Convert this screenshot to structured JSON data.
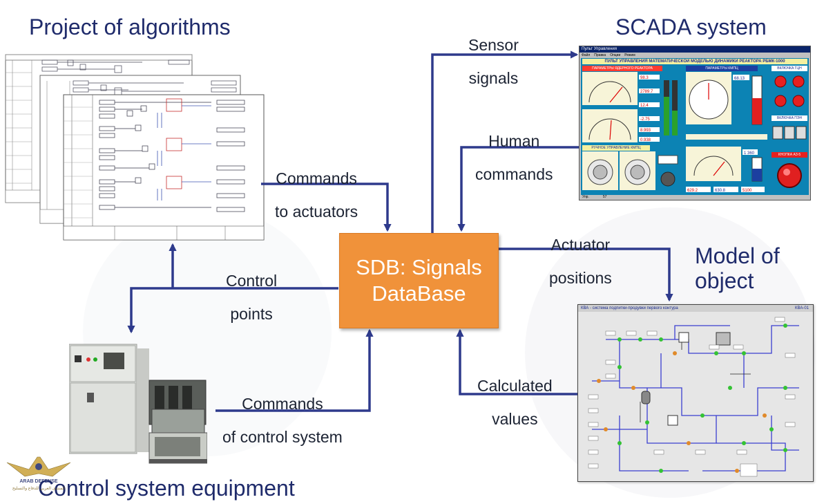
{
  "titles": {
    "project": "Project of algorithms",
    "scada": "SCADA system",
    "model": [
      "Model of",
      "object"
    ],
    "equipment": "Control system equipment"
  },
  "center_box": [
    "SDB: Signals",
    "DataBase"
  ],
  "flows": {
    "commands_to_actuators": [
      "Commands",
      "to actuators"
    ],
    "sensor_signals": [
      "Sensor",
      "signals"
    ],
    "human_commands": [
      "Human",
      "commands"
    ],
    "actuator_positions": [
      "Actuator",
      "positions"
    ],
    "control_points": [
      "Control",
      "points"
    ],
    "calculated_values": [
      "Calculated",
      "values"
    ],
    "commands_of_control_system": [
      "Commands",
      "of control system"
    ]
  },
  "scada": {
    "window_title": "Пульт Управления",
    "menu": [
      "Файл",
      "Правка",
      "Опции",
      "Режим"
    ],
    "banner": "ПУЛЬТ УПРАВЛЕНИЯ МАТЕМАТИЧЕСКОЙ МОДЕЛЬЮ ДИНАМИКИ РЕАКТОРА РБМК-1000",
    "reactor_params": "ПАРАМЕТРЫ ЯДЕРНОГО РЕАКТОРА",
    "kmpc_params": "ПАРАМЕТРЫ КМПЦ",
    "manual_control": "РУЧНОЕ УПРАВЛЕНИЕ КМПЦ",
    "pump_on": "ВКЛЮЧКА ГЦН",
    "pump_off": "ВКЛЮЧКА ПЭН",
    "az_button": "КНОПКА АЗ-5",
    "readouts": [
      "98.3",
      "2789.7",
      "12.4",
      "-2.75",
      "8.993",
      "0.938",
      "68.13",
      "1 360",
      "629.2",
      "630.8",
      "5100"
    ],
    "status": [
      "Упр.",
      "57"
    ]
  },
  "model": {
    "header": "КВА - система подпитки-продувки первого контура",
    "id": "КВА-01"
  },
  "watermark": {
    "line1": "ARAB DEFENSE",
    "line2": "المنتدى العربي للدفاع والتسليح"
  },
  "colors": {
    "title": "#1f2b6b",
    "arrow": "#2e3a8c",
    "sdb_fill": "#f0923a",
    "scada_bg": "#0c83b4",
    "model_bg": "#e6e6e6"
  }
}
